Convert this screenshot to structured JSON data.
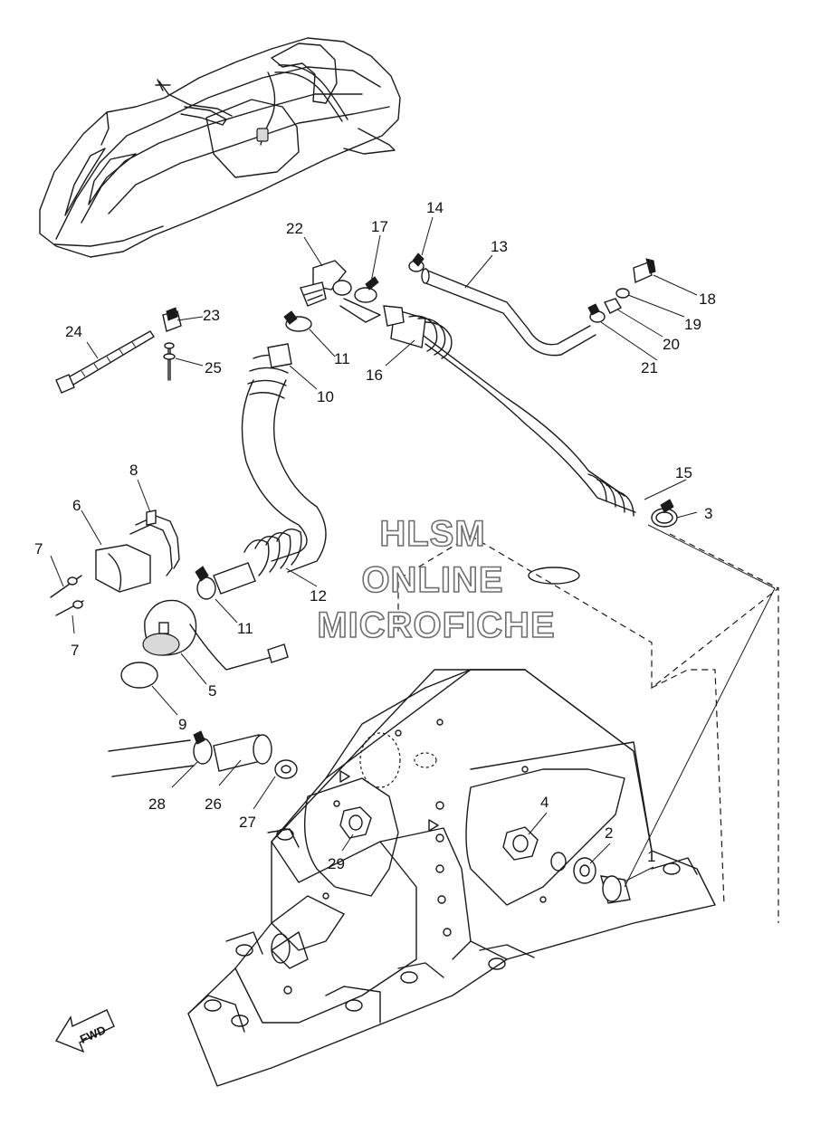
{
  "watermark": {
    "line1": "HLSM",
    "line2": "ONLINE",
    "line3": "MICROFICHE"
  },
  "direction_badge": "FWD",
  "callouts": [
    "1",
    "2",
    "3",
    "4",
    "5",
    "6",
    "7",
    "7",
    "8",
    "9",
    "10",
    "11",
    "11",
    "12",
    "13",
    "14",
    "15",
    "16",
    "17",
    "18",
    "19",
    "20",
    "21",
    "22",
    "23",
    "24",
    "25",
    "26",
    "27",
    "28",
    "29"
  ]
}
